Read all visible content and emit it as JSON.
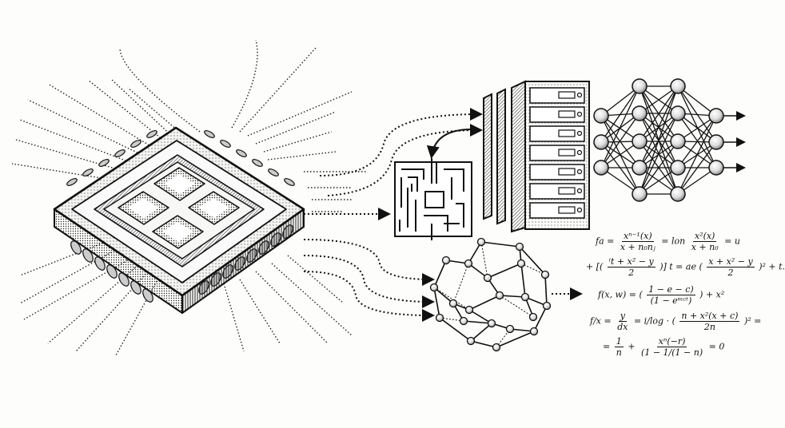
{
  "scene": {
    "background": "#fdfdfb",
    "ink": "#111111",
    "description": "Isometric CPU chip with radiating dotted traces flowing into a maze, server rack, neural network, node graph, and mathematical equations"
  },
  "components": {
    "cpu_chip": {
      "label": "cpu-chip",
      "cores": 4
    },
    "maze": {
      "label": "maze"
    },
    "server_rack": {
      "label": "server-rack",
      "units": 7
    },
    "neural_network": {
      "label": "neural-network",
      "layers": [
        3,
        5,
        5,
        3
      ],
      "outputs": 3
    },
    "node_graph": {
      "label": "node-graph"
    }
  },
  "equations": {
    "line1": {
      "lhs": "fa =",
      "f1_num": "xⁿ⁻¹(x)",
      "f1_den": "x + n₀nⱼ",
      "mid": "= lon",
      "f2_num": "x²(x)",
      "f2_den": "x + n₀",
      "rhs": "= u"
    },
    "line2": {
      "pre": "+ [(",
      "f_num": "ⁱt + x² − y",
      "f_den": "2",
      "mid": ")] t = ae (",
      "f2_num": "x + x² − y",
      "f2_den": "2",
      "rhs": ")² + t."
    },
    "line3": {
      "lhs": "f(x, w) = (",
      "f_num": "1 − e − c)",
      "f_den": "(1 − eᵐᶜᵗ)",
      "rhs": ") + x²"
    },
    "line4": {
      "lhs": "f/x =",
      "f_num": "y",
      "f_den": "dx",
      "mid": "= i/log · (",
      "f2_num": "n + x²(x + c)",
      "f2_den": "2n",
      "rhs": ")² ="
    },
    "line5": {
      "lhs": "=",
      "f_num": "1",
      "f_den": "n",
      "mid": "+",
      "f2_num": "xⁿ(−r)",
      "f2_den": "(1 − 1/(1 − n)",
      "rhs": "= 0"
    }
  }
}
